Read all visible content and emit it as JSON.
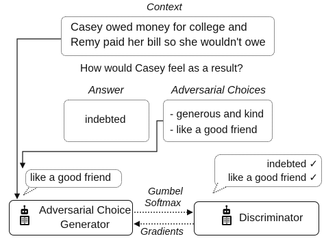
{
  "context": {
    "label": "Context",
    "line1": "Casey owed money for college and",
    "line2": "Remy paid her bill so she wouldn't owe"
  },
  "question": "How would Casey feel as a result?",
  "answer": {
    "label": "Answer",
    "value": "indebted"
  },
  "adversarial": {
    "label": "Adversarial Choices",
    "choices": [
      "- generous and kind",
      "- like a good friend"
    ]
  },
  "generator": {
    "line1": "Adversarial Choice",
    "line2": "Generator",
    "icon": "robot-icon",
    "bubble": "like a good friend"
  },
  "discriminator": {
    "label": "Discriminator",
    "icon": "robot-icon",
    "bubble": [
      "indebted ✓",
      "like a good friend ✓"
    ]
  },
  "edges": {
    "forward_line1": "Gumbel",
    "forward_line2": "Softmax",
    "backward": "Gradients"
  }
}
